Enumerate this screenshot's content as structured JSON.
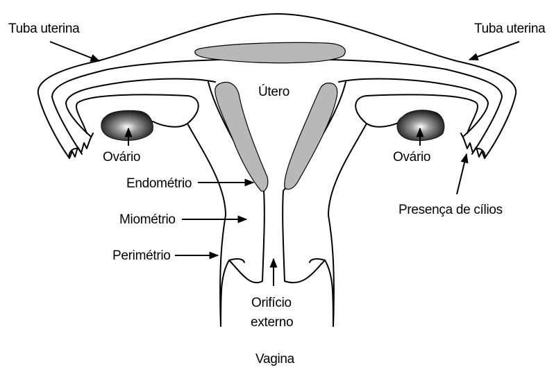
{
  "labels": {
    "tuba_left": "Tuba uterina",
    "tuba_right": "Tuba uterina",
    "utero": "Útero",
    "ovario_left": "Ovário",
    "ovario_right": "Ovário",
    "endometrio": "Endométrio",
    "miometrio": "Miométrio",
    "perimetrio": "Perimétrio",
    "orificio_line1": "Orifício",
    "orificio_line2": "externo",
    "vagina": "Vagina",
    "cilios": "Presença de cílios"
  },
  "colors": {
    "stroke": "#000000",
    "endometrium_fill": "#b8b8b8",
    "ovary_center": "#ffffff",
    "ovary_edge": "#1a1a1a",
    "background": "#ffffff"
  }
}
